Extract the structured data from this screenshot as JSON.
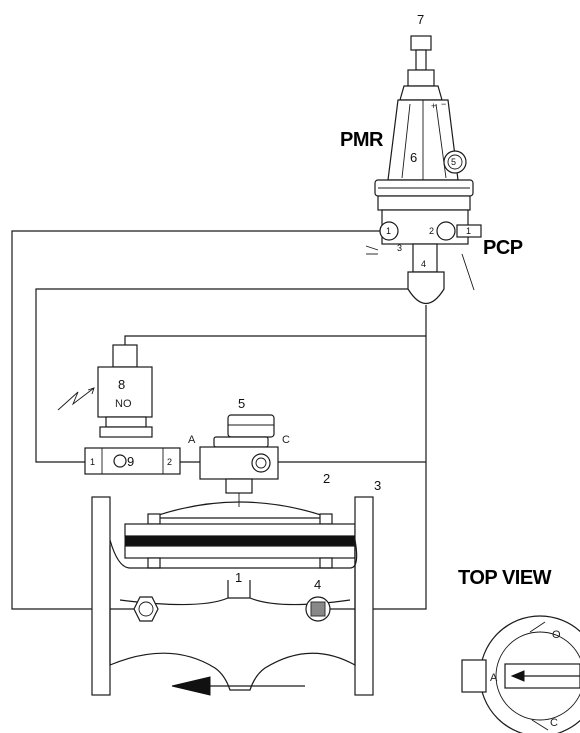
{
  "labels": {
    "pmr": "PMR",
    "pcp": "PCP",
    "top_view": "TOP VIEW",
    "solenoid_mark": "NO"
  },
  "callouts": {
    "n1": "1",
    "n2": "2",
    "n3": "3",
    "n4": "4",
    "n5": "5",
    "n6": "6",
    "n7": "7",
    "n8": "8",
    "n9": "9"
  },
  "port_marks": {
    "selector_a": "A",
    "selector_c": "C",
    "solenoid_1": "1",
    "solenoid_2": "2",
    "pcp_1": "1",
    "pcp_2": "2",
    "pcp_3": "3",
    "pcp_4": "4",
    "pmr_5": "5",
    "pmr_plus": "+",
    "pmr_minus": "−",
    "top_a": "A",
    "top_o": "O",
    "top_c": "C"
  }
}
